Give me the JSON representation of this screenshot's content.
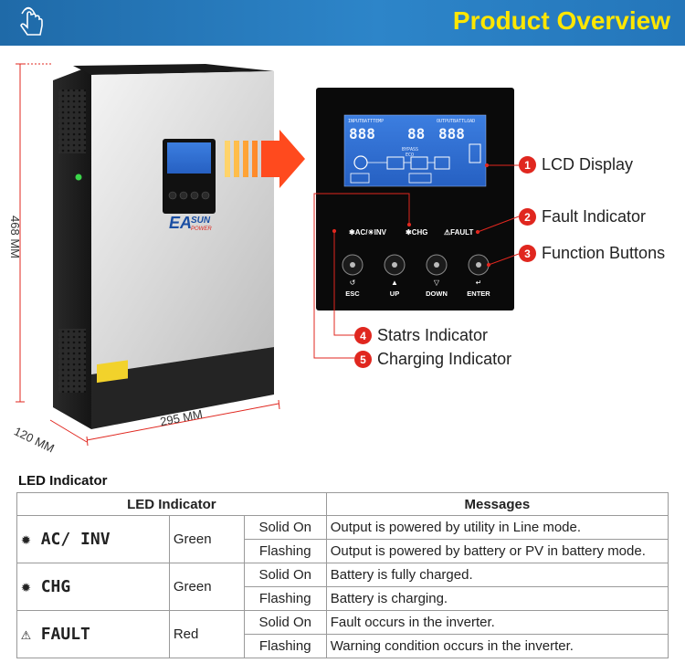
{
  "header": {
    "title": "Product Overview"
  },
  "product": {
    "brand_logo": "EASUN POWER",
    "dimensions": {
      "height": "468 MM",
      "width": "295 MM",
      "depth": "120 MM"
    },
    "lcd_labels": {
      "in_batt_temp": "INPUTBATTTEMP",
      "out_batt_load": "OUTPUTBATTLOAD",
      "bypass": "BYPASS",
      "eco": "ECO"
    },
    "panel_indicators": {
      "ac_inv": "AC/ INV",
      "chg": "CHG",
      "fault": "FAULT"
    },
    "buttons": [
      "ESC",
      "UP",
      "DOWN",
      "ENTER"
    ]
  },
  "callouts": [
    {
      "num": "1",
      "label": "LCD Display"
    },
    {
      "num": "2",
      "label": "Fault Indicator"
    },
    {
      "num": "3",
      "label": "Function Buttons"
    },
    {
      "num": "4",
      "label": "Statrs Indicator"
    },
    {
      "num": "5",
      "label": "Charging Indicator"
    }
  ],
  "led_table": {
    "section_title": "LED Indicator",
    "headers": {
      "indicator": "LED Indicator",
      "messages": "Messages"
    },
    "rows": [
      {
        "indicator": "AC/ INV",
        "color": "Green",
        "states": [
          {
            "state": "Solid On",
            "message": "Output is powered by utility in Line mode."
          },
          {
            "state": "Flashing",
            "message": "Output is powered by battery or PV in battery mode."
          }
        ]
      },
      {
        "indicator": "CHG",
        "color": "Green",
        "states": [
          {
            "state": "Solid On",
            "message": "Battery is fully charged."
          },
          {
            "state": "Flashing",
            "message": "Battery is charging."
          }
        ]
      },
      {
        "indicator": "FAULT",
        "color": "Red",
        "states": [
          {
            "state": "Solid On",
            "message": "Fault occurs in the inverter."
          },
          {
            "state": "Flashing",
            "message": "Warning condition occurs in the inverter."
          }
        ]
      }
    ]
  },
  "colors": {
    "header_blue": "#2d85c9",
    "title_yellow": "#ffe600",
    "callout_red": "#e0271f",
    "lcd_blue": "#2f6fd0"
  }
}
